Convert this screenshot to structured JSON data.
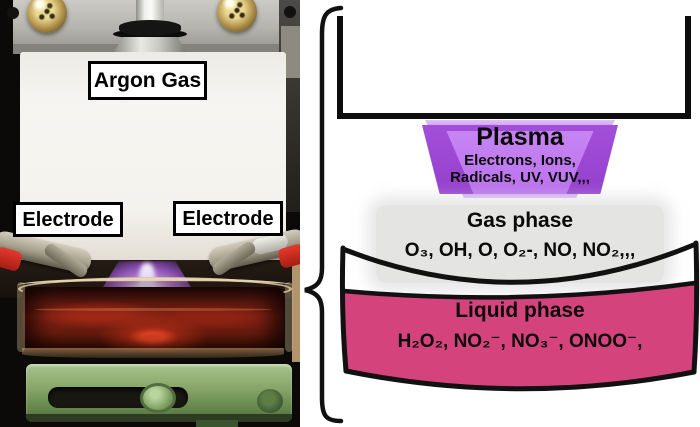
{
  "figure": {
    "photo": {
      "argon_label": "Argon Gas",
      "electrode_left_label": "Electrode",
      "electrode_right_label": "Electrode"
    },
    "schematic": {
      "plasma": {
        "title": "Plasma",
        "species_line1": "Electrons, Ions,",
        "species_line2": "Radicals, UV, VUV,,,"
      },
      "gas_phase": {
        "title": "Gas phase",
        "species": "O₃, OH, O, O₂-, NO, NO₂,,,"
      },
      "liquid_phase": {
        "title": "Liquid phase",
        "species": "H₂O₂, NO₂⁻, NO₃⁻, ONOO⁻,"
      },
      "colors": {
        "plasma_purple": "#9540cd",
        "plasma_inner_purple": "#c685f2",
        "gas_gray": "#e4e4e3",
        "liquid_pink": "#d4437c",
        "outline_black": "#0d0d0d"
      }
    }
  }
}
